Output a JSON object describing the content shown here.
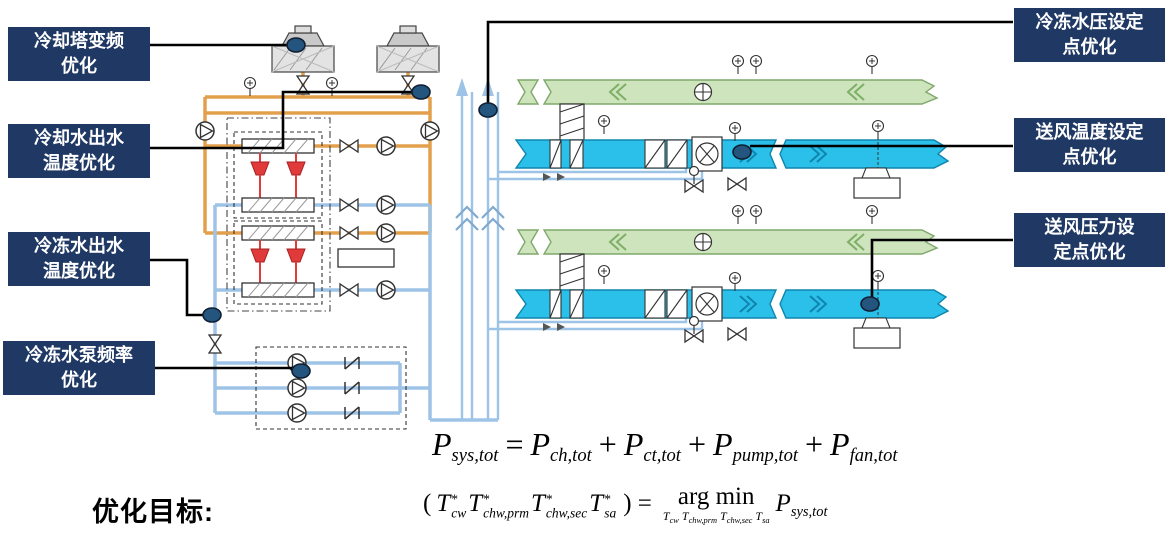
{
  "callouts": {
    "cooling_tower_vfd": {
      "line1": "冷却塔变频",
      "line2": "优化"
    },
    "cooling_water_temp": {
      "line1": "冷却水出水",
      "line2": "温度优化"
    },
    "chilled_water_temp": {
      "line1": "冷冻水出水",
      "line2": "温度优化"
    },
    "chilled_pump_freq": {
      "line1": "冷冻水泵频率",
      "line2": "优化"
    },
    "chw_pressure_setpoint": {
      "line1": "冷冻水压设定",
      "line2": "点优化"
    },
    "supply_air_temp_setpoint": {
      "line1": "送风温度设定",
      "line2": "点优化"
    },
    "supply_air_pressure_setpoint": {
      "line1": "送风压力设",
      "line2": "定点优化"
    }
  },
  "objective": {
    "label": "优化目标:"
  },
  "formula_power": {
    "p_sys": {
      "base": "P",
      "sub": "sys,tot"
    },
    "eq": "=",
    "p_ch": {
      "base": "P",
      "sub": "ch,tot"
    },
    "plus1": "+",
    "p_ct": {
      "base": "P",
      "sub": "ct,tot"
    },
    "plus2": "+",
    "p_pump": {
      "base": "P",
      "sub": "pump,tot"
    },
    "plus3": "+",
    "p_fan": {
      "base": "P",
      "sub": "fan,tot"
    }
  },
  "formula_argmin": {
    "open_paren": "(",
    "t_cw": {
      "base": "T",
      "sup": "*",
      "sub": "cw"
    },
    "t_chw_prm": {
      "base": "T",
      "sup": "*",
      "sub": "chw,prm"
    },
    "t_chw_sec": {
      "base": "T",
      "sup": "*",
      "sub": "chw,sec"
    },
    "t_sa": {
      "base": "T",
      "sup": "*",
      "sub": "sa"
    },
    "close_eq": ") =",
    "argmin": "arg min",
    "under": [
      {
        "base": "T",
        "sub": "cw"
      },
      {
        "base": "T",
        "sub": "chw,prm"
      },
      {
        "base": "T",
        "sub": "chw,sec"
      },
      {
        "base": "T",
        "sub": "sa"
      }
    ],
    "p_sys": {
      "base": "P",
      "sub": "sys,tot"
    }
  },
  "icons": {
    "pump": "circle-with-triangle",
    "valve": "bowtie",
    "actuated_valve": "bowtie-with-actuator-circle",
    "sensor": "circle-with-cross-and-stem",
    "check_valve": "two-bars-with-diagonal",
    "cooling_tower": "hatched-box-with-fan-deck",
    "heat_exchanger": "hatched-rectangle",
    "compressor": "red-trapezoid",
    "duct_fan": "circle-with-blades",
    "callout_dot": "filled-blue-ellipse"
  },
  "colors": {
    "callout_bg": "#1F3864",
    "callout_text": "#FFFFFF",
    "condenser_loop": "#E3A04C",
    "chilled_loop": "#9DC3E6",
    "supply_duct": "#2BC0EA",
    "return_duct": "#CDE4BC",
    "compressor_red": "#E03A3A",
    "dot_marker": "#24557E"
  }
}
